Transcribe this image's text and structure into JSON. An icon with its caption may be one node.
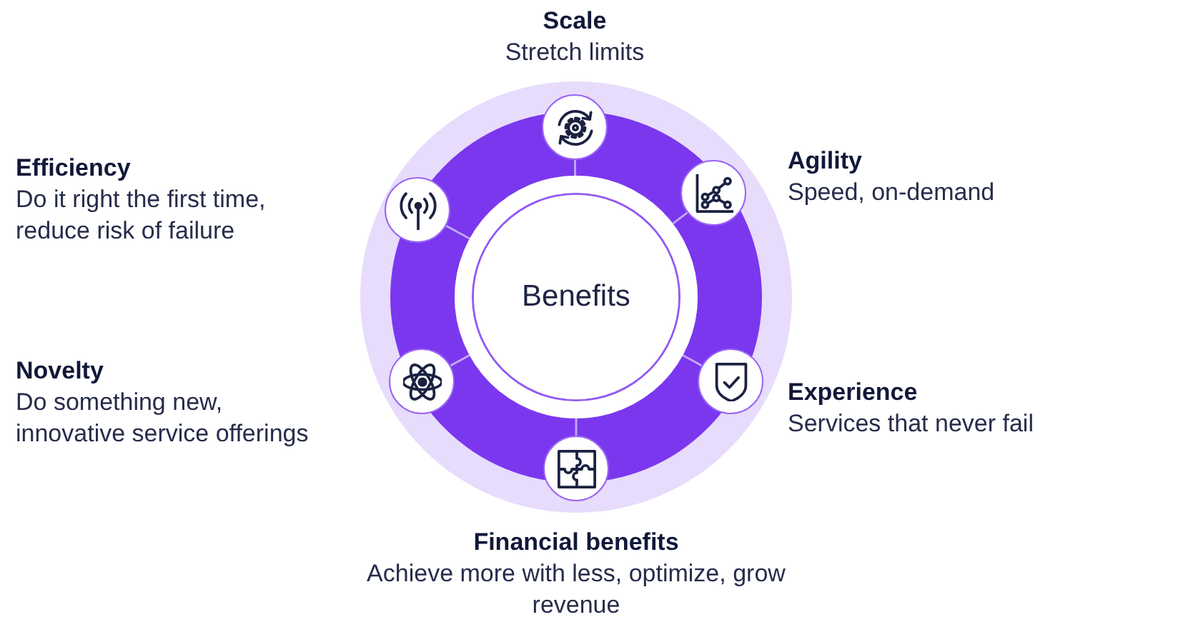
{
  "diagram": {
    "nodes": [
      {
        "text": [],
        "shape": "circle",
        "beside": [
          "Scale",
          "Stretch limits"
        ]
      },
      {
        "text": [],
        "shape": "circle",
        "beside": [
          "Efficiency",
          "Do it right the first time, reduce risk of failure"
        ]
      },
      {
        "text": [],
        "shape": "circle",
        "beside": [
          "Agility",
          "Speed, on-demand"
        ]
      },
      {
        "text": [
          "Benefits"
        ]
      },
      {
        "text": [],
        "shape": "circle",
        "beside": [
          "Novelty",
          "Do something new, innovative service offerings"
        ]
      },
      {
        "text": [],
        "shape": "circle",
        "beside": [
          "Experience",
          "Services that never fail"
        ]
      },
      {
        "text": [],
        "shape": "circle",
        "beside": [
          "Financial benefits",
          "Achieve more with less, optimize, grow revenue"
        ]
      }
    ],
    "edges": [
      {
        "from": 3,
        "to": 0,
        "arrow": "none"
      },
      {
        "from": 3,
        "to": 2,
        "arrow": "none"
      },
      {
        "from": 3,
        "to": 5,
        "arrow": "none"
      },
      {
        "from": 3,
        "to": 6,
        "arrow": "none"
      },
      {
        "from": 3,
        "to": 4,
        "arrow": "none"
      },
      {
        "from": 3,
        "to": 1,
        "arrow": "none"
      }
    ]
  }
}
